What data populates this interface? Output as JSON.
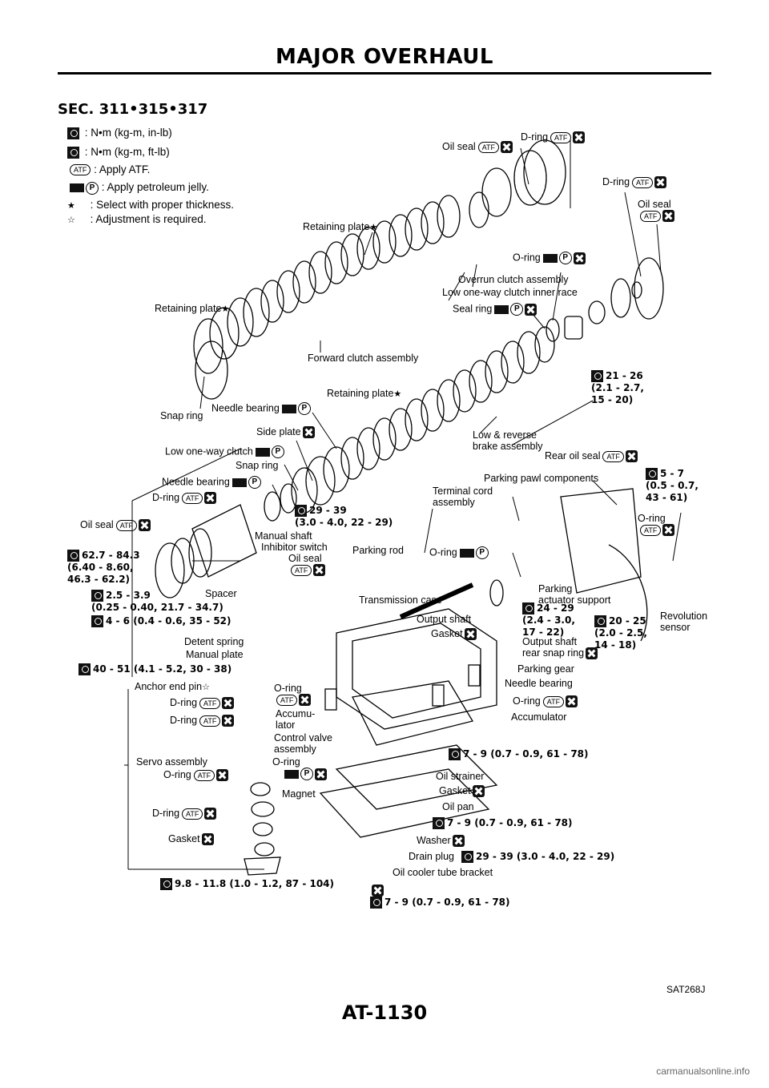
{
  "header": {
    "title": "MAJOR OVERHAUL",
    "section": "SEC. 311•315•317"
  },
  "legend": [
    {
      "icon": "torque-wrench-icon",
      "text": ": N•m (kg-m, in-lb)"
    },
    {
      "icon": "torque-wrench-icon",
      "text": ": N•m (kg-m, ft-lb)"
    },
    {
      "icon": "atf-icon",
      "text": ": Apply ATF."
    },
    {
      "icon": "petroleum-jelly-icon",
      "text": ": Apply petroleum jelly."
    },
    {
      "icon": "black-star",
      "text": ": Select with proper thickness."
    },
    {
      "icon": "white-star",
      "text": ": Adjustment is required."
    }
  ],
  "icon_text": {
    "atf": "ATF",
    "p": "P",
    "star_black": "★",
    "star_white": "☆"
  },
  "labels": {
    "d_ring_1": "D-ring",
    "oil_seal_1": "Oil seal",
    "d_ring_2": "D-ring",
    "oil_seal_2": "Oil seal",
    "retaining_plate_1": "Retaining plate",
    "o_ring_1": "O-ring",
    "overrun_clutch": "Overrun clutch assembly",
    "low_one_way_inner": "Low one-way clutch inner race",
    "seal_ring": "Seal ring",
    "retaining_plate_2": "Retaining plate",
    "forward_clutch": "Forward clutch assembly",
    "snap_ring_1": "Snap ring",
    "needle_bearing_1": "Needle bearing",
    "retaining_plate_3": "Retaining plate",
    "side_plate": "Side plate",
    "low_reverse": "Low & reverse",
    "low_reverse_2": "brake assembly",
    "low_one_way_clutch": "Low one-way clutch",
    "snap_ring_2": "Snap ring",
    "rear_oil_seal": "Rear oil seal",
    "parking_pawl": "Parking pawl components",
    "needle_bearing_2": "Needle bearing",
    "terminal_cord": "Terminal cord",
    "terminal_cord_2": "assembly",
    "d_ring_3": "D-ring",
    "oil_seal_3": "Oil seal",
    "manual_shaft": "Manual shaft",
    "inhibitor_switch": "Inhibitor switch",
    "oil_seal_4": "Oil seal",
    "parking_rod": "Parking rod",
    "o_ring_2": "O-ring",
    "o_ring_3": "O-ring",
    "spacer": "Spacer",
    "transmission_case": "Transmission case",
    "parking_actuator": "Parking",
    "parking_actuator_2": "actuator support",
    "revolution_sensor": "Revolution",
    "revolution_sensor_2": "sensor",
    "output_shaft": "Output shaft",
    "gasket_1": "Gasket",
    "output_shaft_ring": "Output shaft",
    "output_shaft_ring_2": "rear snap ring",
    "detent_spring": "Detent spring",
    "manual_plate": "Manual plate",
    "parking_gear": "Parking gear",
    "needle_bearing_3": "Needle bearing",
    "anchor_end_pin": "Anchor end pin",
    "o_ring_4": "O-ring",
    "d_ring_4": "D-ring",
    "accumulator_1": "Accumu-",
    "accumulator_1b": "lator",
    "o_ring_5": "O-ring",
    "accumulator_2": "Accumulator",
    "d_ring_5": "D-ring",
    "control_valve": "Control valve",
    "control_valve_2": "assembly",
    "servo_assembly": "Servo assembly",
    "o_ring_6": "O-ring",
    "o_ring_7": "O-ring",
    "magnet": "Magnet",
    "oil_strainer": "Oil strainer",
    "gasket_2": "Gasket",
    "oil_pan": "Oil pan",
    "d_ring_6": "D-ring",
    "gasket_3": "Gasket",
    "washer": "Washer",
    "drain_plug": "Drain plug",
    "oil_cooler_bracket": "Oil cooler tube bracket"
  },
  "torques": {
    "t_21_26": [
      "21 - 26",
      "(2.1 - 2.7,",
      "15 - 20)"
    ],
    "t_5_7": [
      "5 - 7",
      "(0.5 - 0.7,",
      "43 - 61)"
    ],
    "t_29_39_a": [
      "29 - 39",
      "(3.0 - 4.0, 22 - 29)"
    ],
    "t_62_84": [
      "62.7 - 84.3",
      "(6.40 - 8.60,",
      "46.3 - 62.2)"
    ],
    "t_2_5": [
      "2.5 - 3.9",
      "(0.25 - 0.40, 21.7 - 34.7)"
    ],
    "t_4_6": [
      "4 - 6 (0.4 - 0.6, 35 - 52)"
    ],
    "t_24_29": [
      "24 - 29",
      "(2.4 - 3.0,",
      "17 - 22)"
    ],
    "t_20_25": [
      "20 - 25",
      "(2.0 - 2.5,",
      "14 - 18)"
    ],
    "t_40_51": [
      "40 - 51 (4.1 - 5.2, 30 - 38)"
    ],
    "t_7_9_a": [
      "7 - 9 (0.7 - 0.9, 61 - 78)"
    ],
    "t_7_9_b": [
      "7 - 9 (0.7 - 0.9, 61 - 78)"
    ],
    "t_29_39_b": [
      "29 - 39 (3.0 - 4.0, 22 - 29)"
    ],
    "t_9_8": [
      "9.8 - 11.8 (1.0 - 1.2, 87 - 104)"
    ],
    "t_7_9_c": [
      "7 - 9 (0.7 - 0.9, 61 - 78)"
    ]
  },
  "footer": {
    "figure_code": "SAT268J",
    "page_number": "AT-1130",
    "watermark": "carmanualsonline.info"
  }
}
